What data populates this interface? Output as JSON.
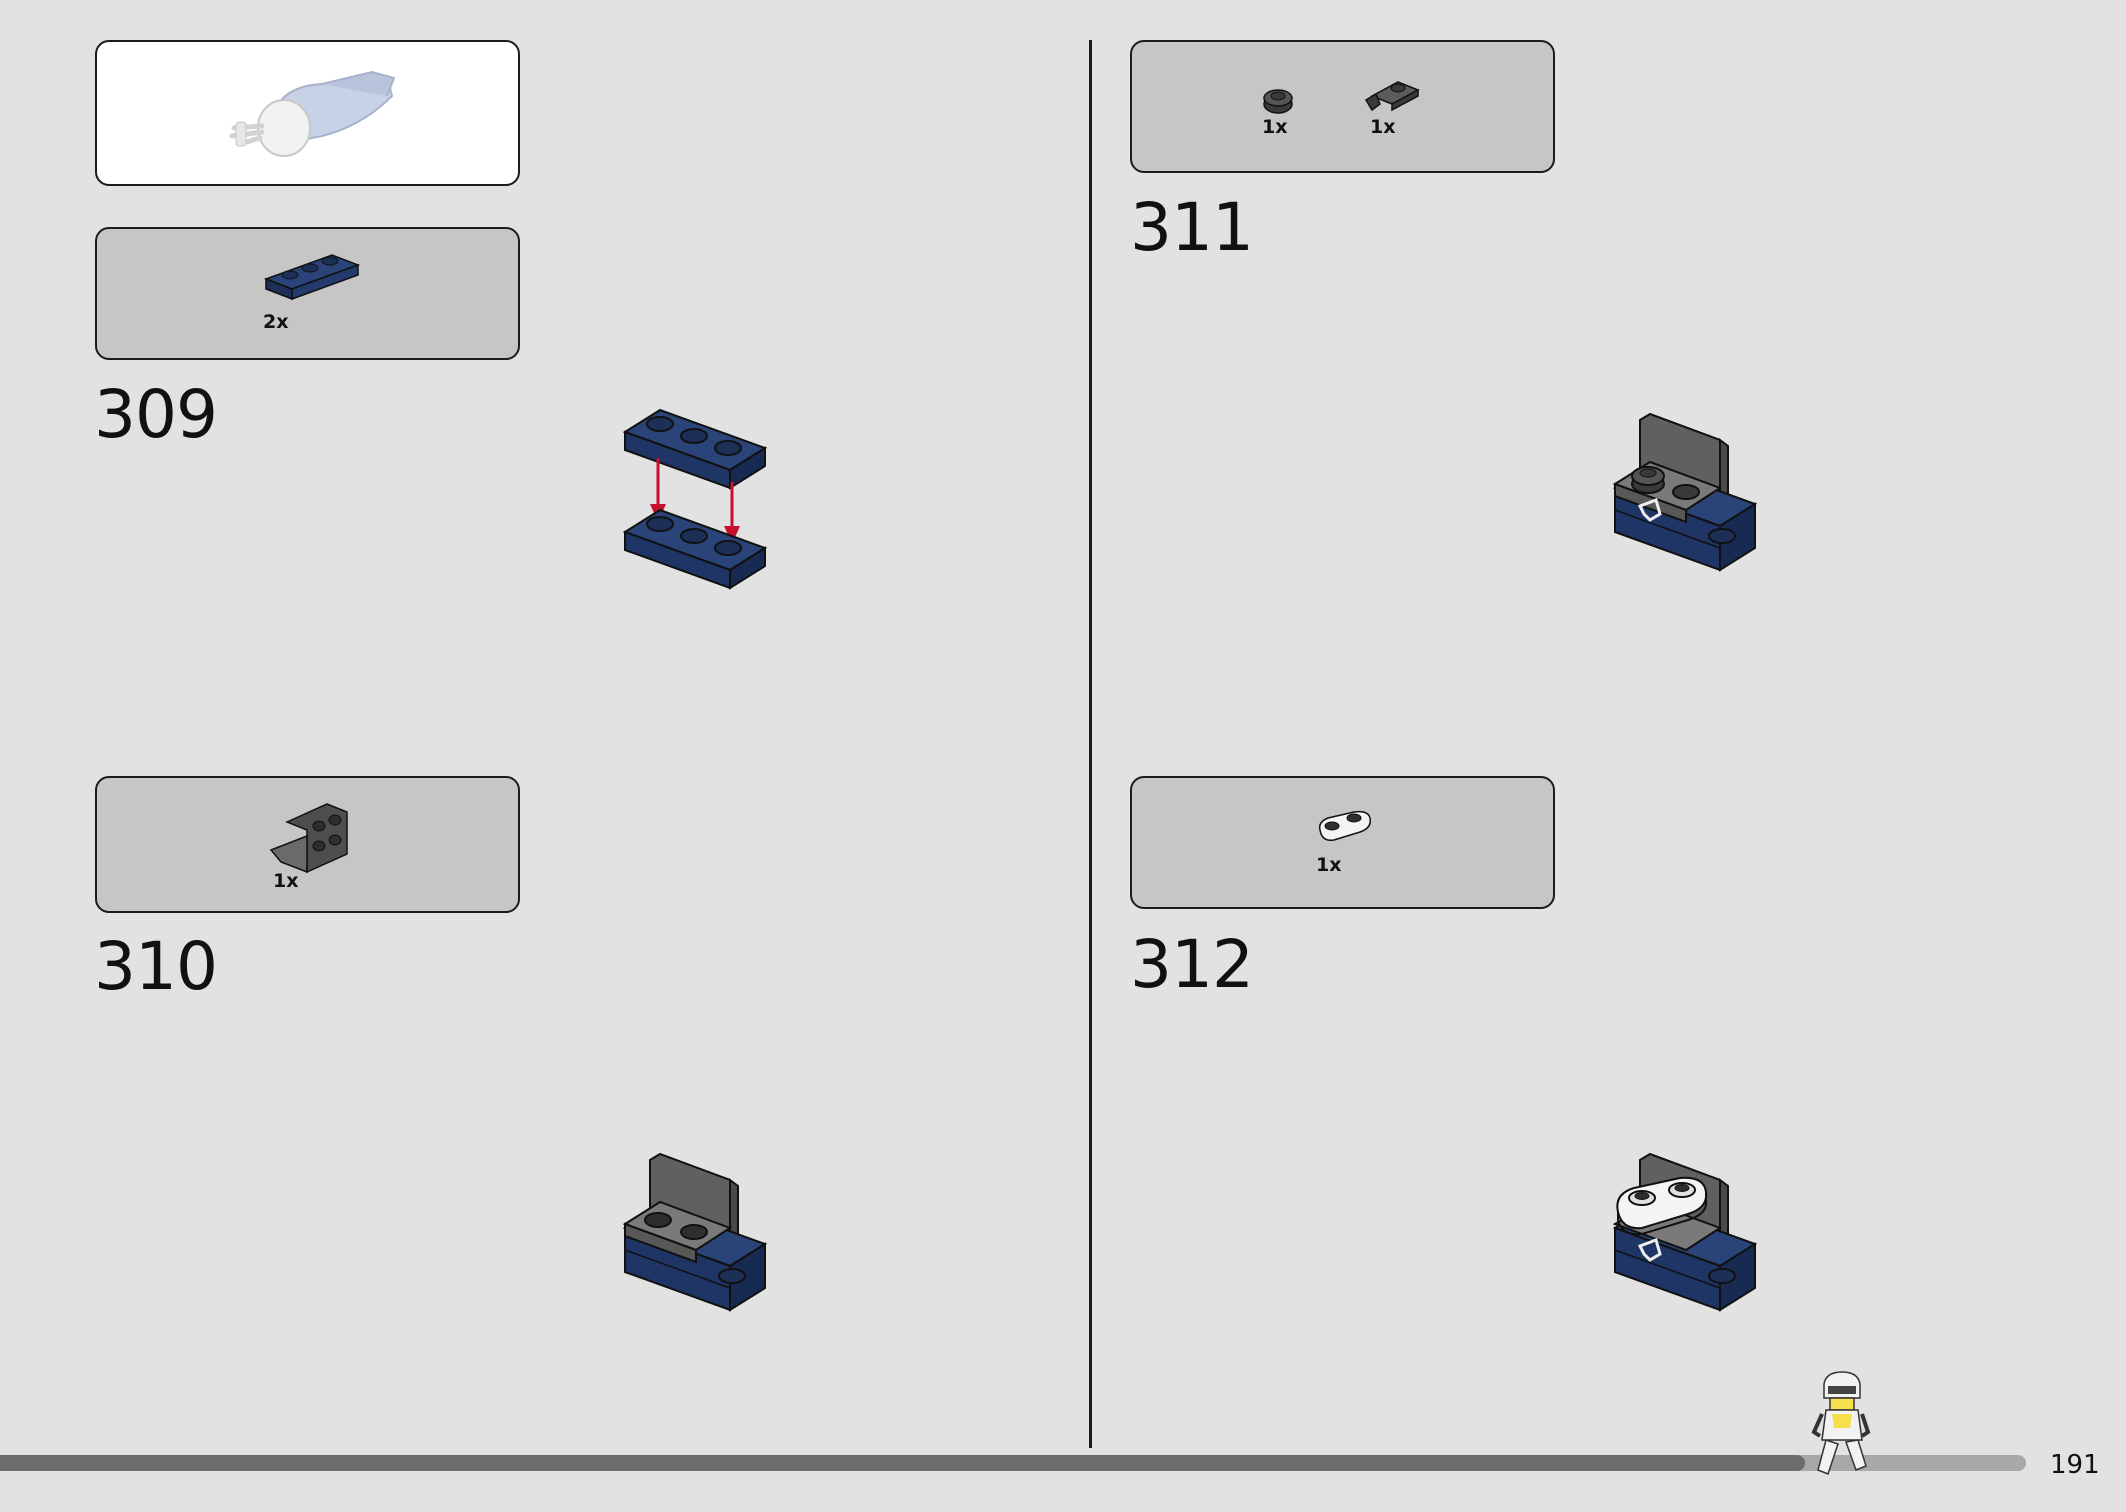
{
  "page": {
    "number": "191",
    "progress": 0.96
  },
  "steps": [
    {
      "number": "309",
      "parts": [
        {
          "qty": "2x",
          "icon": "dark-blue-plate-1x3-icon"
        }
      ]
    },
    {
      "number": "310",
      "parts": [
        {
          "qty": "1x",
          "icon": "dark-grey-bracket-2x2-icon"
        }
      ]
    },
    {
      "number": "311",
      "parts": [
        {
          "qty": "1x",
          "icon": "dark-grey-round-plate-icon"
        },
        {
          "qty": "1x",
          "icon": "dark-grey-clip-plate-icon"
        }
      ]
    },
    {
      "number": "312",
      "parts": [
        {
          "qty": "1x",
          "icon": "white-plate-1x2-rounded-icon"
        }
      ]
    }
  ],
  "colors": {
    "background": "#e2e2e2",
    "parts_box": "#c6c6c6",
    "dark_blue": "#1f3566",
    "dark_grey": "#5f5f5f",
    "arrow_red": "#c8102e",
    "white_part": "#f4f4f4"
  },
  "icons": {
    "submodel_preview": "submodel-preview-icon",
    "arrow": "red-arrow-icon",
    "minifig": "minifigure-icon"
  }
}
